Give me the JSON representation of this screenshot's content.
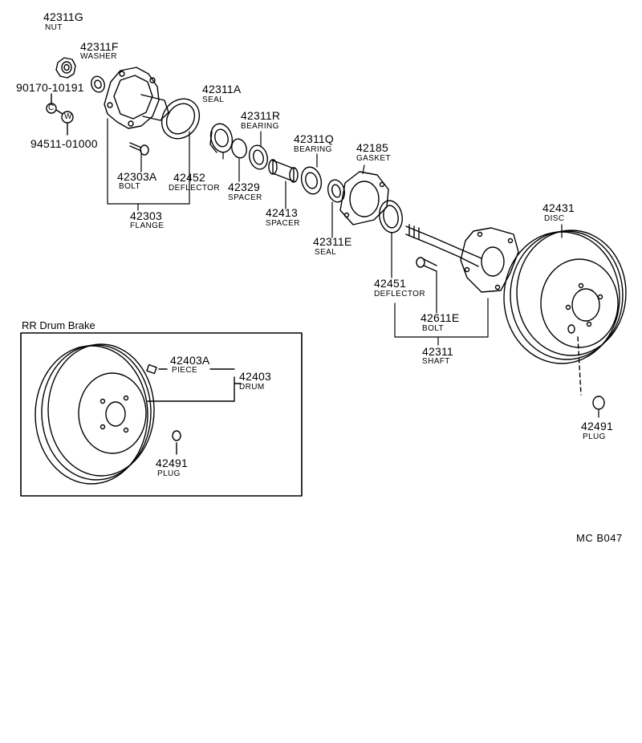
{
  "diagram_code": "MC B047",
  "inset_title": "RR Drum Brake",
  "parts": {
    "nut": {
      "number": "42311G",
      "name": "NUT"
    },
    "washer": {
      "number": "42311F",
      "name": "WASHER"
    },
    "part_90170": {
      "number": "90170-10191"
    },
    "part_94511": {
      "number": "94511-01000"
    },
    "seal_a": {
      "number": "42311A",
      "name": "SEAL"
    },
    "bearing_r": {
      "number": "42311R",
      "name": "BEARING"
    },
    "bearing_q": {
      "number": "42311Q",
      "name": "BEARING"
    },
    "gasket": {
      "number": "42185",
      "name": "GASKET"
    },
    "bolt_flange": {
      "number": "42303A",
      "name": "BOLT"
    },
    "deflector_flange": {
      "number": "42452",
      "name": "DEFLECTOR"
    },
    "spacer_a": {
      "number": "42329",
      "name": "SPACER"
    },
    "spacer_b": {
      "number": "42413",
      "name": "SPACER"
    },
    "flange": {
      "number": "42303",
      "name": "FLANGE"
    },
    "seal_e": {
      "number": "42311E",
      "name": "SEAL"
    },
    "disc": {
      "number": "42431",
      "name": "DISC"
    },
    "deflector_shaft": {
      "number": "42451",
      "name": "DEFLECTOR"
    },
    "bolt_shaft": {
      "number": "42611E",
      "name": "BOLT"
    },
    "shaft": {
      "number": "42311",
      "name": "SHAFT"
    },
    "plug_disc": {
      "number": "42491",
      "name": "PLUG"
    },
    "piece": {
      "number": "42403A",
      "name": "PIECE"
    },
    "drum": {
      "number": "42403",
      "name": "DRUM"
    },
    "plug_drum": {
      "number": "42491",
      "name": "PLUG"
    }
  },
  "symbols": {
    "c_mark": "C",
    "w_mark": "W"
  }
}
